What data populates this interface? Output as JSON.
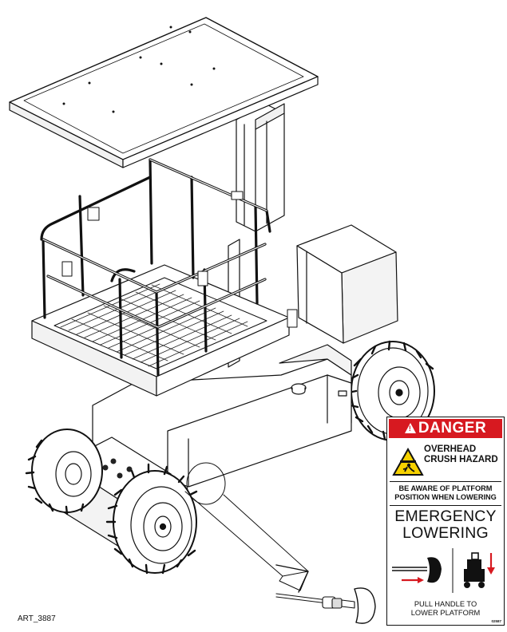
{
  "drawing": {
    "art_id": "ART_3887"
  },
  "decal": {
    "header": "DANGER",
    "hazard_lines": [
      "OVERHEAD",
      "CRUSH HAZARD"
    ],
    "warning_lines": [
      "BE AWARE OF PLATFORM",
      "POSITION WHEN LOWERING"
    ],
    "title_lines": [
      "EMERGENCY",
      "LOWERING"
    ],
    "instruction_lines": [
      "PULL HANDLE TO",
      "LOWER PLATFORM"
    ],
    "part_code": "02587",
    "colors": {
      "header_bg": "#d71920",
      "hazard_yellow": "#f6d100",
      "arrow_red": "#d71920"
    },
    "icons": [
      "alert-triangle-icon",
      "crush-hazard-icon",
      "pull-handle-icon",
      "lower-platform-icon"
    ]
  }
}
